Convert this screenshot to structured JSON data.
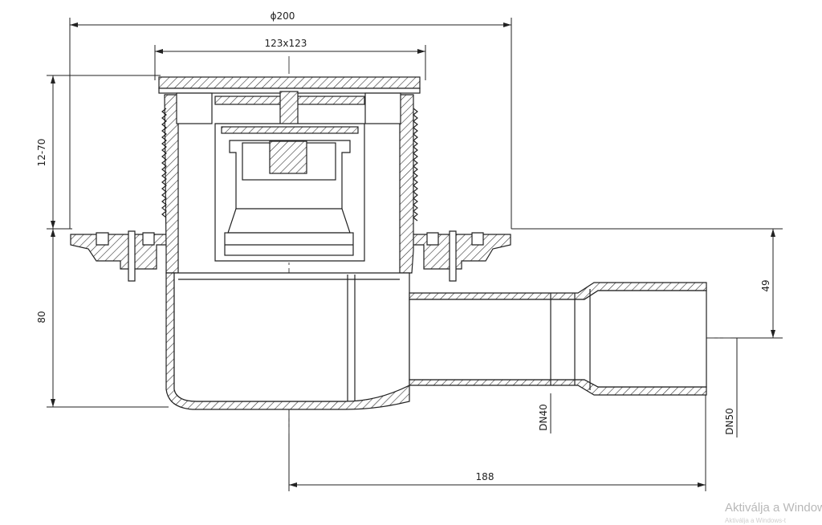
{
  "dimensions": {
    "outer_diameter": "ϕ200",
    "grate_size": "123x123",
    "height_adjust": "12-70",
    "body_height": "80",
    "outlet_center": "49",
    "dn_small": "DN40",
    "dn_large": "DN50",
    "outlet_length": "188"
  },
  "watermark": {
    "line1": "Aktiválja a Windows",
    "line2": "Aktiválja a Windows-t"
  }
}
